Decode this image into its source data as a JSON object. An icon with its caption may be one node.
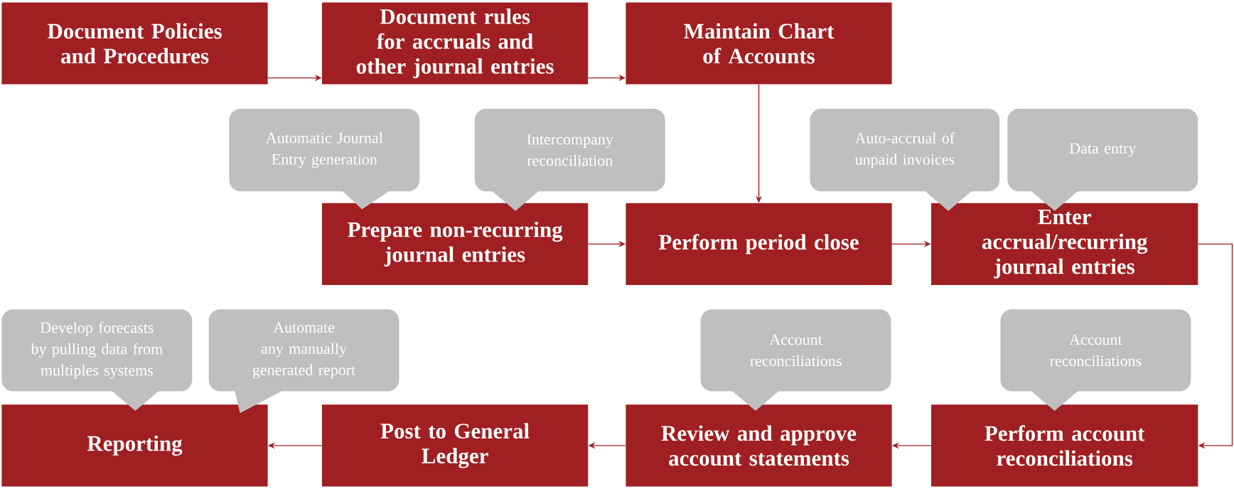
{
  "diagram": {
    "nodes": [
      {
        "text": [
          "Document Policies and Procedures"
        ]
      },
      {
        "text": [
          "Document rules for accruals and other journal entries"
        ]
      },
      {
        "text": [
          "Maintain Chart of Accounts"
        ]
      },
      {
        "text": [
          "Automatic Journal Entry generation"
        ]
      },
      {
        "text": [
          "Intercompany reconciliation"
        ]
      },
      {
        "text": [
          "Auto-accrual of unpaid invoices"
        ]
      },
      {
        "text": [
          "Data entry"
        ]
      },
      {
        "text": [
          "Prepare non-recurring journal entries"
        ]
      },
      {
        "text": [
          "Perform period close"
        ]
      },
      {
        "text": [
          "Enter accrual/recurring journal entries"
        ]
      },
      {
        "text": [
          "Develop forecasts by pulling data from multiples systems"
        ]
      },
      {
        "text": [
          "Automate any manually generated report"
        ]
      },
      {
        "text": [
          "Account reconciliations"
        ]
      },
      {
        "text": [
          "Account reconciliations"
        ]
      },
      {
        "text": [
          "Reporting"
        ]
      },
      {
        "text": [
          "Post to General Ledger"
        ]
      },
      {
        "text": [
          "Review and approve account statements"
        ]
      },
      {
        "text": [
          "Perform account reconciliations"
        ]
      }
    ],
    "edges": [
      {
        "from": 0,
        "to": 1,
        "arrow": "to"
      },
      {
        "from": 1,
        "to": 2,
        "arrow": "to"
      },
      {
        "from": 2,
        "to": 8,
        "arrow": "to"
      },
      {
        "from": 7,
        "to": 8,
        "arrow": "to"
      },
      {
        "from": 8,
        "to": 9,
        "arrow": "to"
      },
      {
        "from": 9,
        "to": 17,
        "arrow": "to"
      },
      {
        "from": 17,
        "to": 16,
        "arrow": "to"
      },
      {
        "from": 16,
        "to": 15,
        "arrow": "to"
      },
      {
        "from": 15,
        "to": 14,
        "arrow": "to"
      }
    ]
  }
}
